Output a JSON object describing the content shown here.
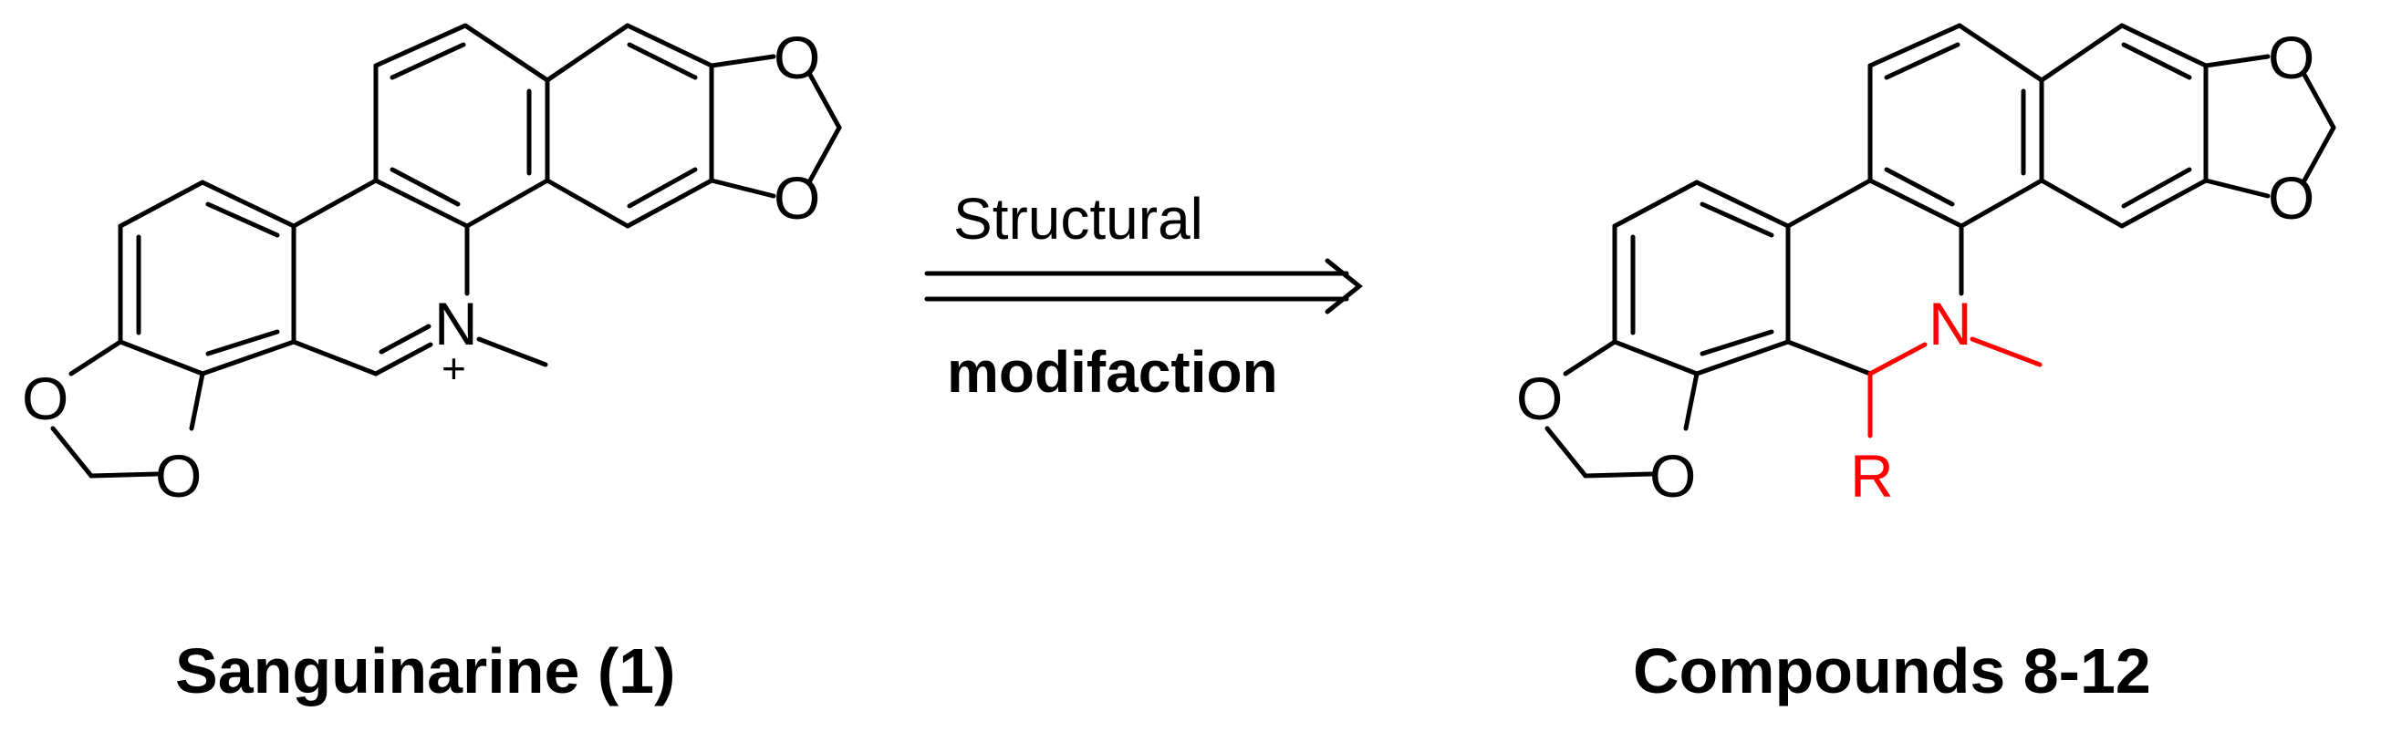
{
  "reaction": {
    "arrow_label_top": "Structural",
    "arrow_label_bottom": "modifaction"
  },
  "left_structure": {
    "caption": "Sanguinarine (1)",
    "atoms": {
      "o_top_right": "O",
      "o_bottom_right": "O",
      "o_top_left": "O",
      "o_bottom_left": "O",
      "n": "N",
      "n_charge": "+"
    }
  },
  "right_structure": {
    "caption": "Compounds 8-12",
    "atoms": {
      "o_top_right": "O",
      "o_bottom_right": "O",
      "o_top_left": "O",
      "o_bottom_left": "O",
      "n": "N",
      "r": "R"
    },
    "highlight_color": "#ff0000"
  }
}
